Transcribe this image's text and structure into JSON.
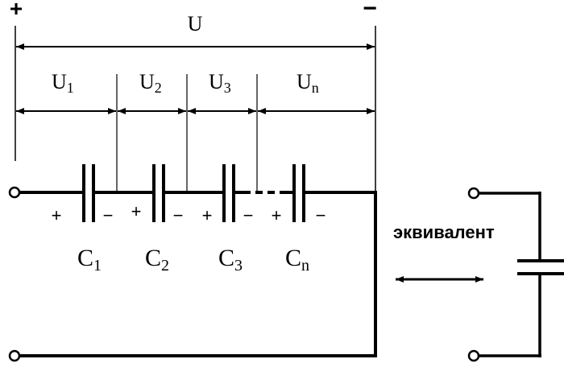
{
  "polarity": {
    "positive": "+",
    "negative": "−"
  },
  "total_voltage": "U",
  "capacitors": [
    {
      "voltage": {
        "base": "U",
        "sub": "1"
      },
      "name": {
        "base": "C",
        "sub": "1"
      },
      "plus": "+",
      "minus": "−"
    },
    {
      "voltage": {
        "base": "U",
        "sub": "2"
      },
      "name": {
        "base": "C",
        "sub": "2"
      },
      "plus": "+",
      "minus": "−"
    },
    {
      "voltage": {
        "base": "U",
        "sub": "3"
      },
      "name": {
        "base": "C",
        "sub": "3"
      },
      "plus": "+",
      "minus": "−"
    },
    {
      "voltage": {
        "base": "U",
        "sub": "n"
      },
      "name": {
        "base": "C",
        "sub": "n"
      },
      "plus": "+",
      "minus": "−"
    }
  ],
  "equivalent_label": "эквивалент"
}
